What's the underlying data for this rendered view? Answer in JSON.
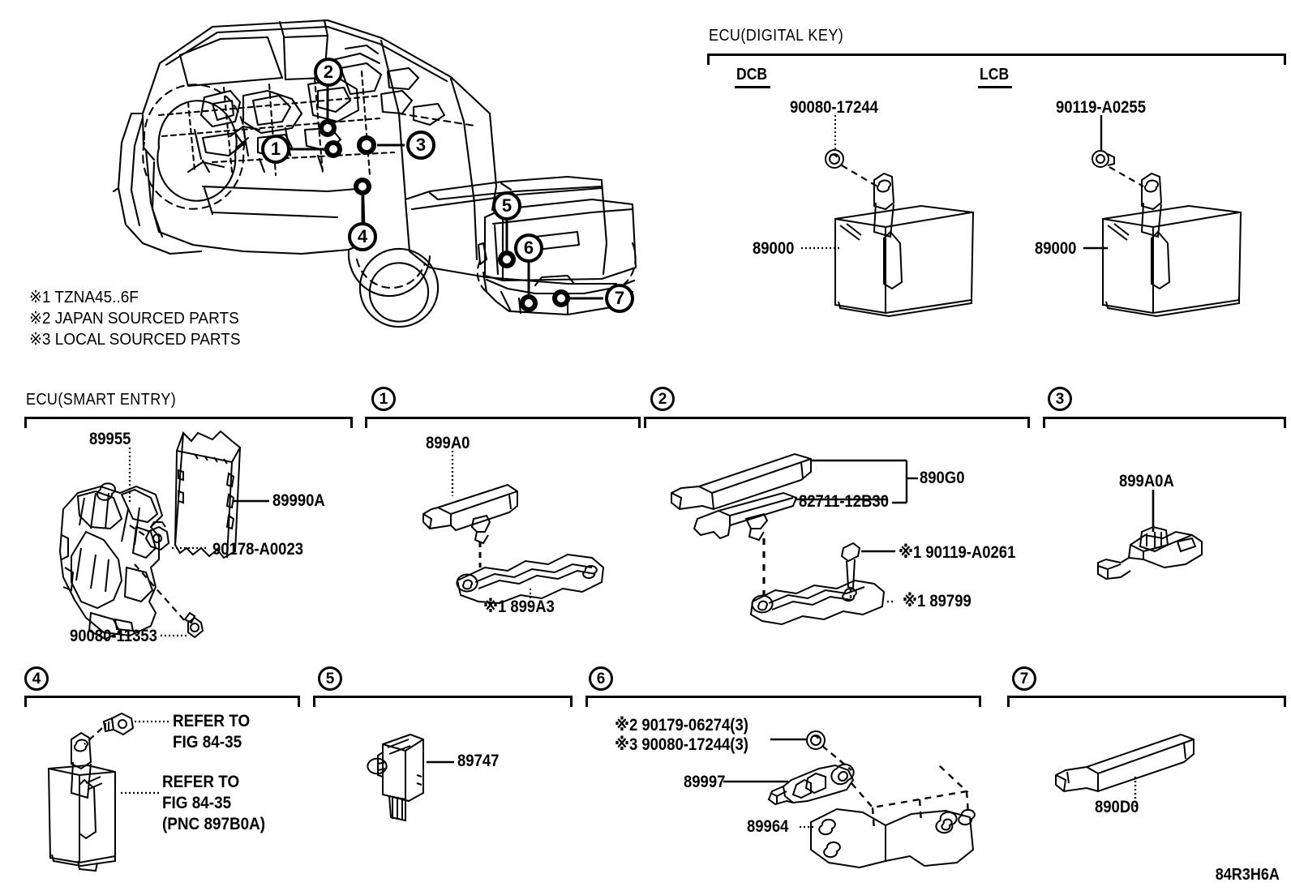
{
  "figure_id": "84R3H6A",
  "notes": [
    "※1 TZNA45..6F",
    "※2 JAPAN SOURCED PARTS",
    "※3 LOCAL SOURCED PARTS"
  ],
  "vehicle_callouts": [
    {
      "id": "1",
      "label": "1"
    },
    {
      "id": "2",
      "label": "2"
    },
    {
      "id": "3",
      "label": "3"
    },
    {
      "id": "4",
      "label": "4"
    },
    {
      "id": "5",
      "label": "5"
    },
    {
      "id": "6",
      "label": "6"
    },
    {
      "id": "7",
      "label": "7"
    }
  ],
  "digital_key": {
    "title": "ECU(DIGITAL KEY)",
    "sub_dcb": "DCB",
    "sub_lcb": "LCB",
    "dcb_screw": "90080-17244",
    "dcb_unit": "89000",
    "lcb_screw": "90119-A0255",
    "lcb_unit": "89000"
  },
  "smart_entry": {
    "title": "ECU(SMART ENTRY)",
    "bracket": "89955",
    "ecu": "89990A",
    "nut": "90178-A0023",
    "bolt": "90080-11353"
  },
  "panel1": {
    "num": "1",
    "antenna": "899A0",
    "bracket": "※1 899A3"
  },
  "panel2": {
    "num": "2",
    "assembly": "890G0",
    "clip": "82711-12B30",
    "screw": "※1 90119-A0261",
    "bracket": "※1 89799"
  },
  "panel3": {
    "num": "3",
    "antenna": "899A0A"
  },
  "panel4": {
    "num": "4",
    "screw_ref": "REFER TO\nFIG 84-35",
    "unit_ref": "REFER TO\nFIG 84-35\n(PNC 897B0A)"
  },
  "panel5": {
    "num": "5",
    "buzzer": "89747"
  },
  "panel6": {
    "num": "6",
    "screw_jp": "※2 90179-06274(3)",
    "screw_lo": "※3 90080-17244(3)",
    "sensor": "89997",
    "bracket": "89964"
  },
  "panel7": {
    "num": "7",
    "antenna": "890D0"
  }
}
